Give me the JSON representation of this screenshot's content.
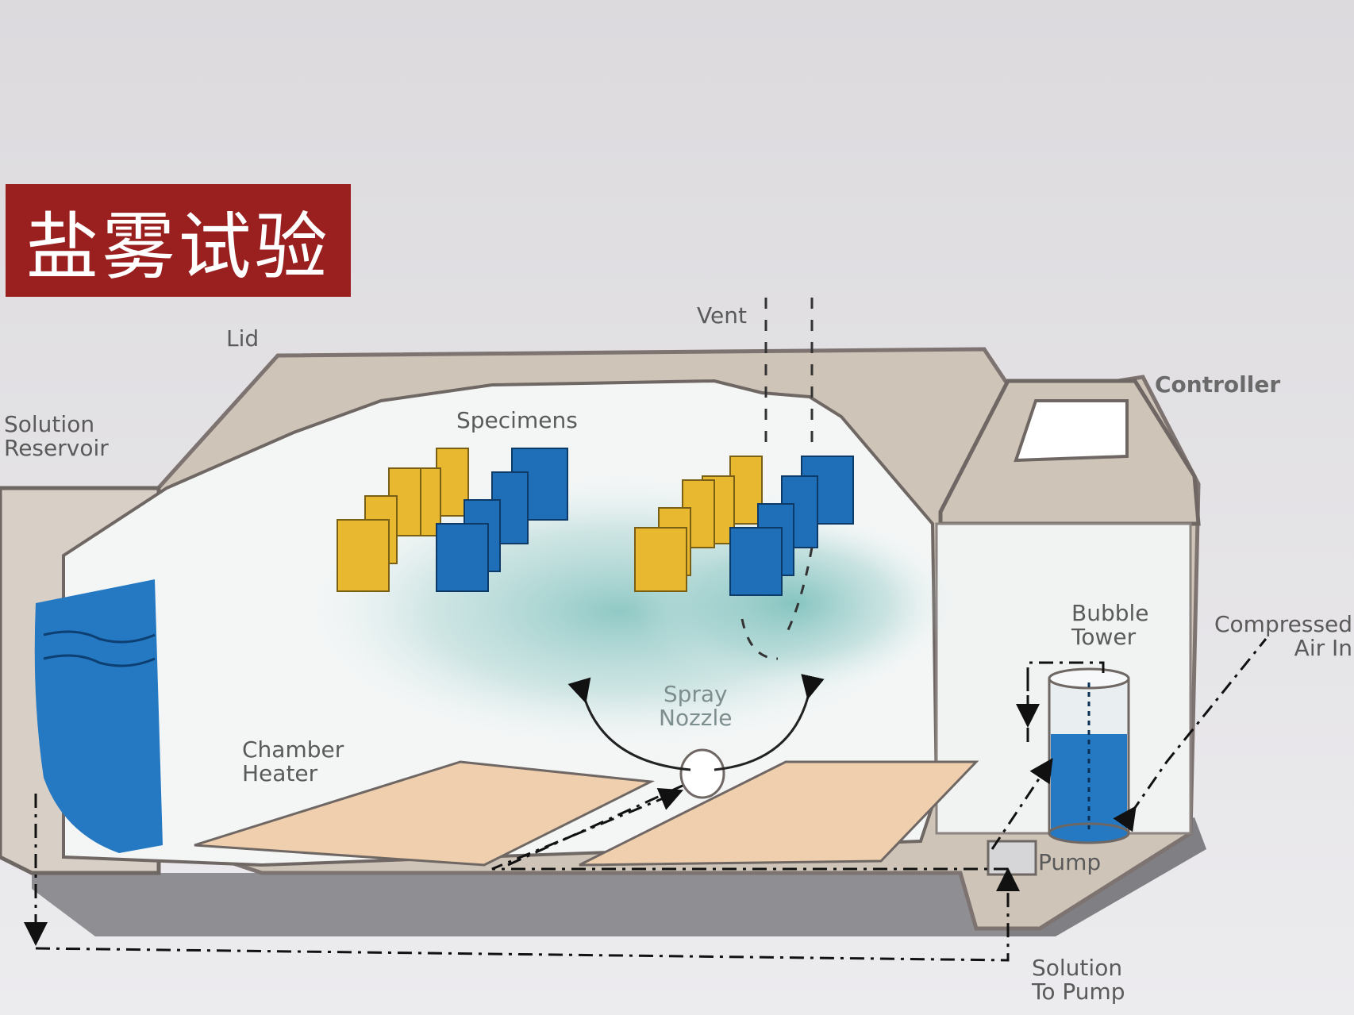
{
  "title": "盐雾试验",
  "labels": {
    "lid": "Lid",
    "vent": "Vent",
    "specimens": "Specimens",
    "controller": "Controller",
    "solution_reservoir_1": "Solution",
    "solution_reservoir_2": "Reservoir",
    "bubble_tower_1": "Bubble",
    "bubble_tower_2": "Tower",
    "compressed_air_1": "Compressed",
    "compressed_air_2": "Air In",
    "spray_nozzle_1": "Spray",
    "spray_nozzle_2": "Nozzle",
    "chamber_heater_1": "Chamber",
    "chamber_heater_2": "Heater",
    "pump": "Pump",
    "solution_to_pump_1": "Solution",
    "solution_to_pump_2": "To Pump"
  },
  "colors": {
    "title_bg": "#9a2020",
    "specimen_yellow": "#e8b830",
    "specimen_blue": "#1f6fb8",
    "reservoir_water": "#2479c2",
    "heater": "#efcfae",
    "frame": "#cfc4b8",
    "base": "#8f8f93",
    "fog": "#8fc9c6"
  }
}
